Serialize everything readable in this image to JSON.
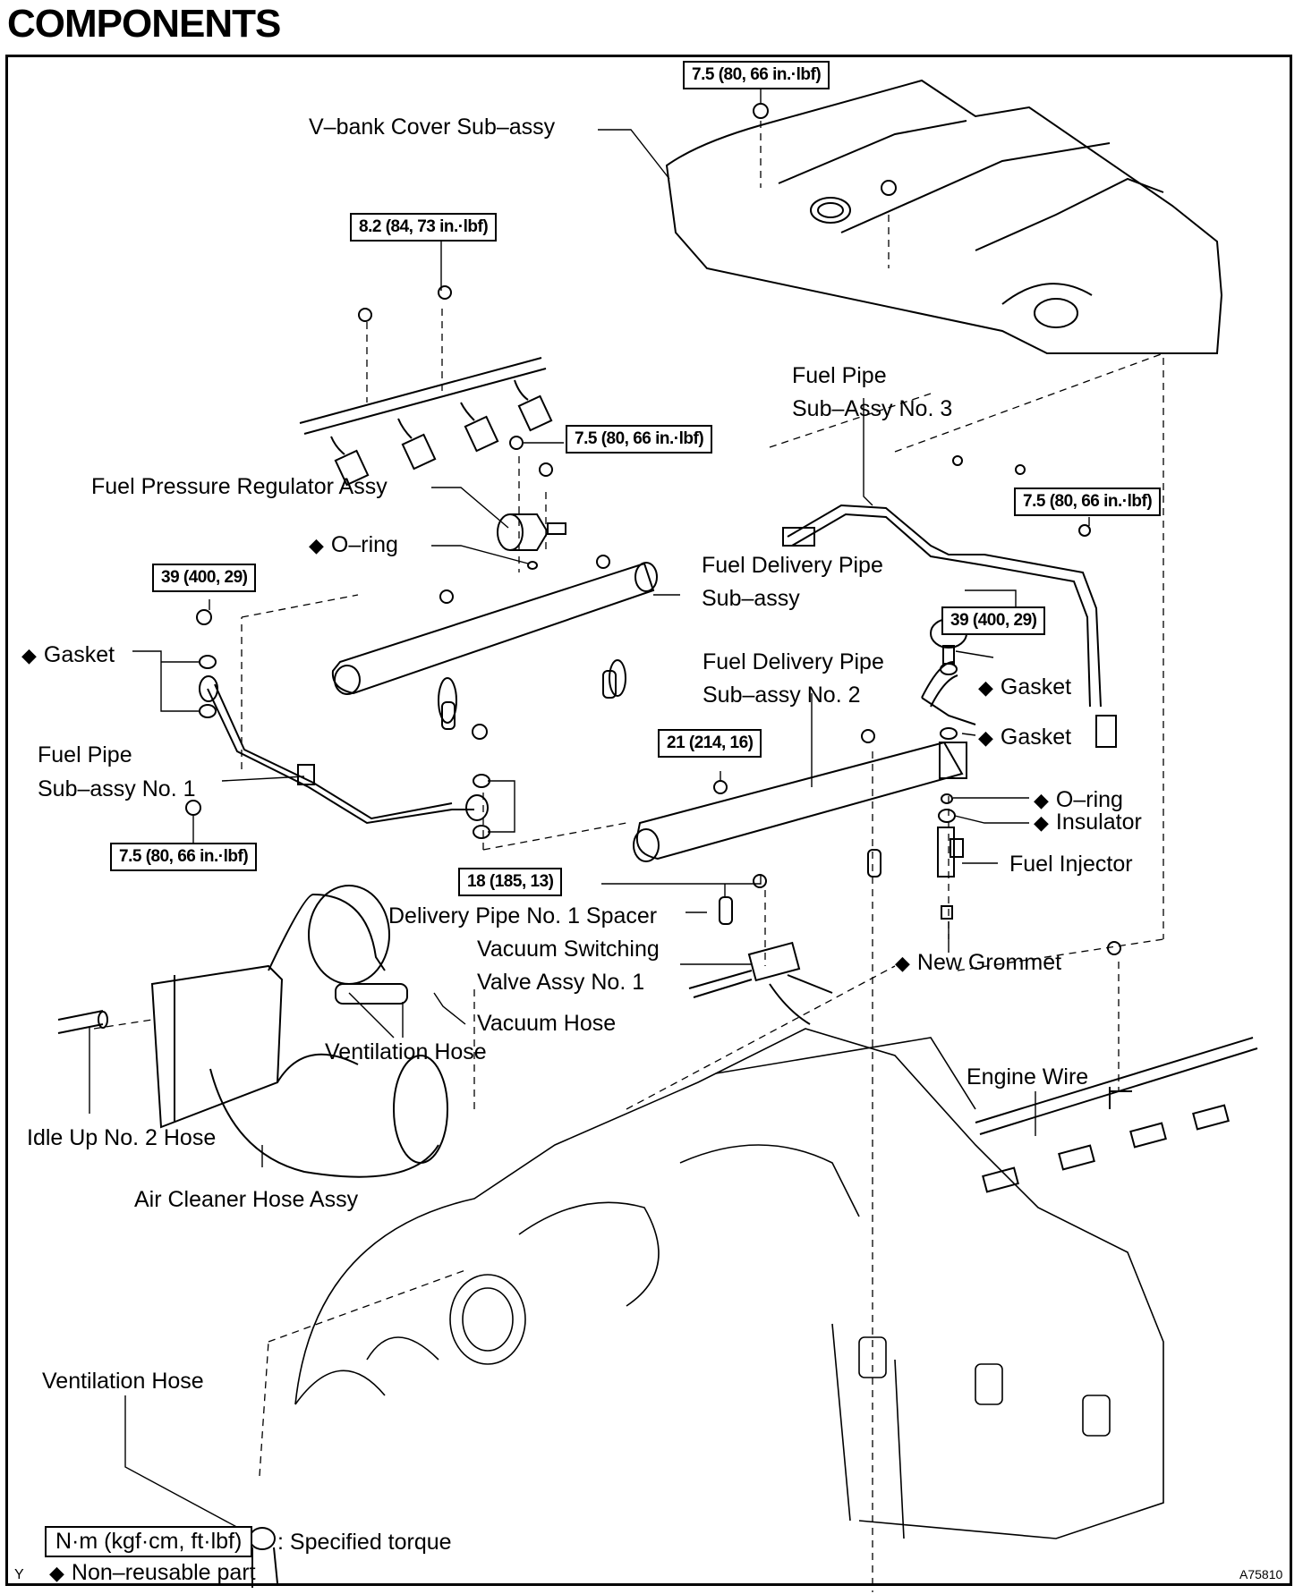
{
  "title": "COMPONENTS",
  "figure_id": "A75810",
  "corner_mark": "Y",
  "labels": {
    "vbank_cover": "V–bank Cover Sub–assy",
    "fuel_pressure_regulator": "Fuel Pressure Regulator Assy",
    "oring_top": "O–ring",
    "gasket_left": "Gasket",
    "fuel_pipe_no1_line1": "Fuel Pipe",
    "fuel_pipe_no1_line2": "Sub–assy No. 1",
    "fuel_pipe_no3_line1": "Fuel Pipe",
    "fuel_pipe_no3_line2": "Sub–Assy No. 3",
    "fuel_delivery_pipe_line1": "Fuel Delivery Pipe",
    "fuel_delivery_pipe_line2": "Sub–assy",
    "fuel_delivery_pipe2_line1": "Fuel Delivery Pipe",
    "fuel_delivery_pipe2_line2": "Sub–assy No. 2",
    "gasket_right_1": "Gasket",
    "gasket_right_2": "Gasket",
    "oring_right": "O–ring",
    "insulator": "Insulator",
    "fuel_injector": "Fuel Injector",
    "new_grommet": "New Grommet",
    "delivery_pipe_spacer": "Delivery Pipe No. 1 Spacer",
    "vsv_line1": "Vacuum Switching",
    "vsv_line2": "Valve Assy No. 1",
    "vacuum_hose": "Vacuum Hose",
    "ventilation_hose_mid": "Ventilation Hose",
    "idle_up_hose": "Idle Up No. 2 Hose",
    "air_cleaner_hose": "Air Cleaner Hose Assy",
    "engine_wire": "Engine Wire",
    "ventilation_hose_bottom": "Ventilation Hose"
  },
  "torques": {
    "vbank_cover_bolt": "7.5 (80, 66 in.·lbf)",
    "wire_harness_bolt": "8.2 (84, 73 in.·lbf)",
    "regulator_bolt": "7.5 (80, 66 in.·lbf)",
    "fuel_pipe3_bolt": "7.5 (80, 66 in.·lbf)",
    "union_bolt_left": "39 (400, 29)",
    "union_bolt_right": "39 (400, 29)",
    "fuel_pipe1_bolt": "7.5 (80, 66 in.·lbf)",
    "delivery_pipe2_bolt": "21 (214, 16)",
    "vsv_bolt": "18 (185, 13)"
  },
  "legend": {
    "torque_units": "N·m (kgf·cm, ft·lbf)",
    "torque_desc": ": Specified torque",
    "nonreusable_symbol": "◆",
    "nonreusable_desc": "Non–reusable part"
  },
  "symbols": {
    "diamond": "◆"
  }
}
